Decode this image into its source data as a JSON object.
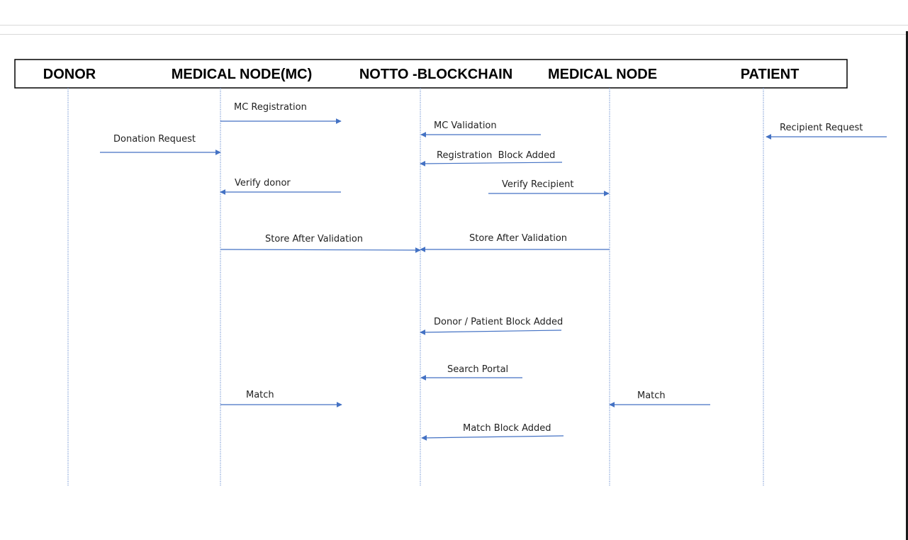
{
  "participants": [
    {
      "id": "donor",
      "label": "DONOR"
    },
    {
      "id": "mc",
      "label": "MEDICAL NODE(MC)"
    },
    {
      "id": "blockchain",
      "label": "NOTTO -BLOCKCHAIN"
    },
    {
      "id": "mn",
      "label": "MEDICAL NODE"
    },
    {
      "id": "patient",
      "label": "PATIENT"
    }
  ],
  "messages": [
    {
      "label": "MC Registration"
    },
    {
      "label": "MC Validation"
    },
    {
      "label": "Recipient Request"
    },
    {
      "label": "Donation Request"
    },
    {
      "label": "Registration  Block Added"
    },
    {
      "label": "Verify donor"
    },
    {
      "label": "Verify Recipient"
    },
    {
      "label": "Store After Validation"
    },
    {
      "label": "Store After Validation"
    },
    {
      "label": "Donor / Patient Block Added"
    },
    {
      "label": "Search Portal"
    },
    {
      "label": "Match"
    },
    {
      "label": "Match"
    },
    {
      "label": "Match Block Added"
    }
  ],
  "colors": {
    "arrow": "#4472c4",
    "lifeline": "#4472c4",
    "header_border": "#000000"
  }
}
